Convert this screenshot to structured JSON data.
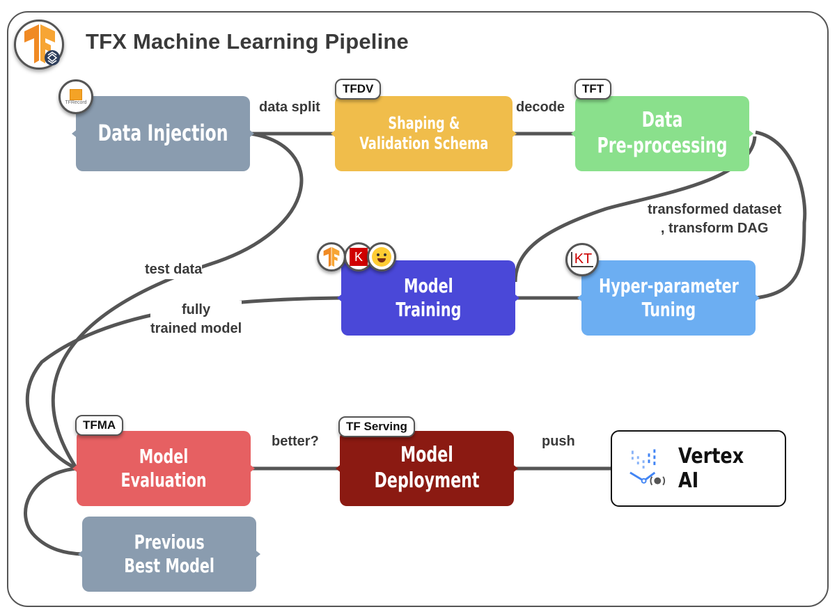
{
  "title": "TFX Machine Learning Pipeline",
  "logo": {
    "icon": "tensorflow-tfx-logo-icon"
  },
  "colors": {
    "line": "#555555",
    "data_injection": "#8a9caf",
    "shaping": "#f0bd4b",
    "preprocessing": "#8ae08c",
    "training": "#4a48d8",
    "tuning": "#6caef2",
    "evaluation": "#e66062",
    "deployment": "#8b1a12",
    "previous_best": "#8a9caf"
  },
  "nodes": {
    "data_injection": {
      "label": "Data Injection",
      "icon": "tfrecord-icon",
      "icon_text": "TFRecord"
    },
    "shaping": {
      "label": "Shaping &\nValidation Schema",
      "badge": "TFDV"
    },
    "preprocessing": {
      "label": "Data\nPre-processing",
      "badge": "TFT"
    },
    "training": {
      "label": "Model\nTraining",
      "icons": [
        "tensorflow-icon",
        "keras-icon",
        "huggingface-icon"
      ],
      "keras_letter": "K"
    },
    "tuning": {
      "label": "Hyper-parameter\nTuning",
      "icon": "kerastuner-icon",
      "icon_text": "KT"
    },
    "evaluation": {
      "label": "Model\nEvaluation",
      "badge": "TFMA"
    },
    "deployment": {
      "label": "Model\nDeployment",
      "badge": "TF Serving"
    },
    "vertex": {
      "label": "Vertex AI",
      "icon": "vertex-ai-icon"
    },
    "previous_best": {
      "label": "Previous\nBest Model"
    }
  },
  "edges": {
    "data_split": "data split",
    "decode": "decode",
    "transformed": "transformed dataset\n, transform DAG",
    "test_data": "test data",
    "fully_trained": "fully\ntrained model",
    "better": "better?",
    "push": "push"
  }
}
